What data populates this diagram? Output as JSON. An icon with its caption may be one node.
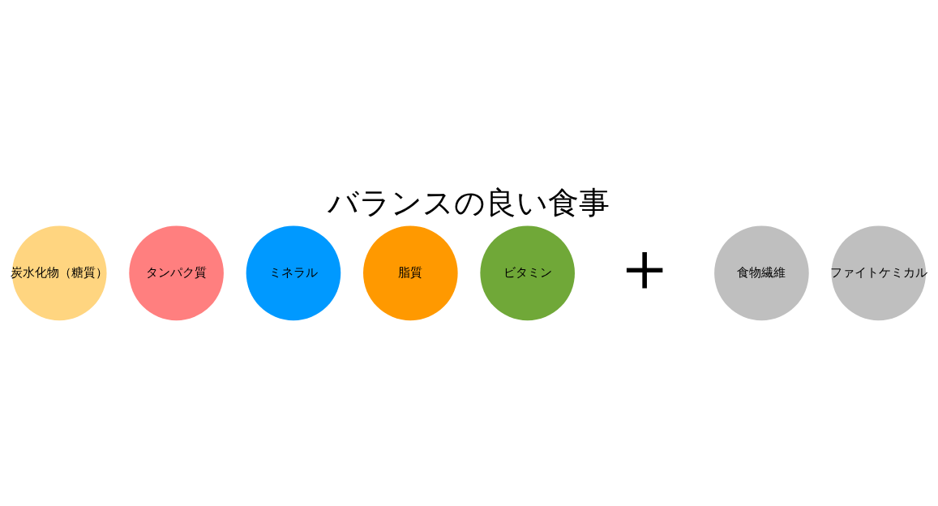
{
  "diagram": {
    "title": "バランスの良い食事",
    "nodes": [
      {
        "text": [
          "炭水化物（糖質）"
        ]
      },
      {
        "text": [
          "タンパク質"
        ]
      },
      {
        "text": [
          "ミネラル"
        ]
      },
      {
        "text": [
          "脂質"
        ]
      },
      {
        "text": [
          "ビタミン"
        ]
      },
      {
        "text": [
          "食物繊維"
        ]
      },
      {
        "text": [
          "ファイトケミカル"
        ]
      }
    ],
    "labels": [
      "＋"
    ]
  }
}
